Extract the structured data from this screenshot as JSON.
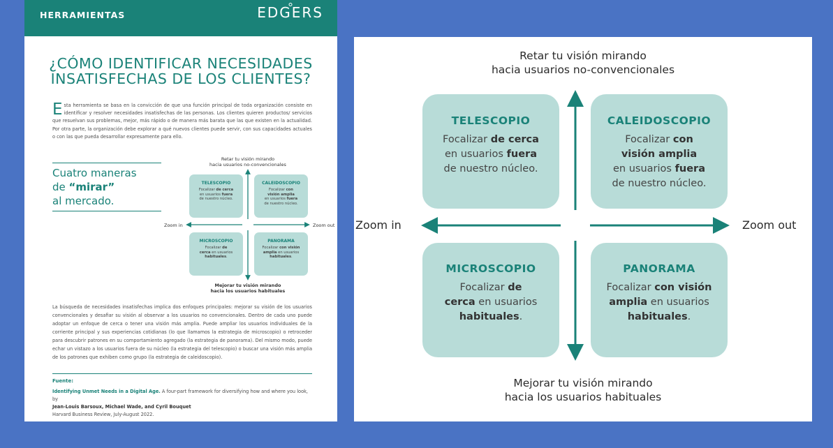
{
  "doc": {
    "header": {
      "section": "HERRAMIENTAS",
      "logo": "EDGERS"
    },
    "title_l1": "¿CÓMO IDENTIFICAR NECESIDADES",
    "title_l2": "INSATISFECHAS DE LOS CLIENTES?",
    "intro_dropcap": "E",
    "intro": "sta herramienta se basa en la convicción de que una función principal de toda organización consiste en identificar y resolver necesidades insatisfechas de las personas. Los clientes quieren productos/ servicios que resuelvan sus problemas, mejor, más rápido o de manera más barata que las que existen en la actualidad. Por otra parte, la organización debe explorar a qué nuevos clientes puede servir, con sus capacidades actuales o con las que pueda desarrollar expresamente para ello.",
    "callout_l1": "Cuatro maneras",
    "callout_l2a": "de ",
    "callout_l2b": "“mirar”",
    "callout_l3": "al mercado.",
    "body": "La búsqueda de necesidades insatisfechas implica dos enfoques principales: mejorar su visión de los usuarios convencionales y desafiar su visión al observar a los usuarios no convencionales. Dentro de cada uno puede adoptar un enfoque de cerca o tener una visión más amplia. Puede ampliar los usuarios individuales de la corriente principal y sus experiencias cotidianas (lo que llamamos la estrategia de microscopio) o retroceder para descubrir patrones en su comportamiento agregado (la estrategia de panorama). Del mismo modo, puede echar un vistazo a los usuarios fuera de su núcleo (la estrategia del telescopio) o buscar una visión más amplia de los patrones que exhiben como grupo (la estrategia de caleidoscopio).",
    "source_label": "Fuente:",
    "source_title": "Identifying Unmet Needs in a Digital Age.",
    "source_desc": " A four-part framework for diversifying how and where you look, by",
    "source_authors": "Jean-Louis Barsoux, Michael Wade, and Cyril Bouquet",
    "source_pub": "Harvard Business Review, July-August 2022."
  },
  "framework": {
    "top_l1": "Retar tu visión mirando",
    "top_l2": "hacia usuarios no-convencionales",
    "bottom_l1": "Mejorar tu visión mirando",
    "bottom_l2": "hacia los usuarios habituales",
    "zoom_in": "Zoom in",
    "zoom_out": "Zoom out",
    "telescopio": {
      "title": "TELESCOPIO",
      "t1": "Focalizar ",
      "b1": "de cerca",
      "t2": "en usuarios ",
      "b2": "fuera",
      "t3": "de nuestro núcleo."
    },
    "caleidoscopio": {
      "title": "CALEIDOSCOPIO",
      "t1": "Focalizar ",
      "b1": "con",
      "b2": "visión amplia",
      "t3": "en usuarios ",
      "b3": "fuera",
      "t4": "de nuestro núcleo."
    },
    "microscopio": {
      "title": "MICROSCOPIO",
      "t1": "Focalizar ",
      "b1": "de",
      "b2": "cerca",
      "t2": " en usuarios",
      "b3": "habituales",
      "t3": "."
    },
    "panorama": {
      "title": "PANORAMA",
      "t1": "Focalizar ",
      "b1": "con visión",
      "b2": "amplia",
      "t2": " en usuarios",
      "b3": "habituales",
      "t3": "."
    }
  },
  "colors": {
    "teal": "#1a8278",
    "mint": "#b8dcd8",
    "background": "#4a73c4"
  }
}
